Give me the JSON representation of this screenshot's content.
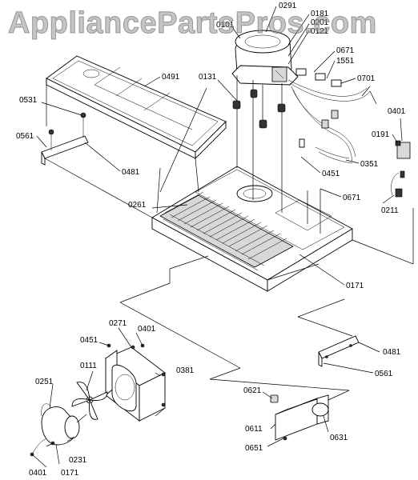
{
  "watermark": "AppliancePartsPros.com",
  "labels": {
    "l0291": "0291",
    "l0101": "0101",
    "l0181": "0181",
    "l0201": "0201",
    "l0121": "0121",
    "l0671a": "0671",
    "l1551": "1551",
    "l0701": "0701",
    "l0491": "0491",
    "l0131": "0131",
    "l0531": "0531",
    "l0401a": "0401",
    "l0191": "0191",
    "l0561a": "0561",
    "l0481a": "0481",
    "l0351": "0351",
    "l0451a": "0451",
    "l0671b": "0671",
    "l0261": "0261",
    "l0211": "0211",
    "l0171a": "0171",
    "l0271": "0271",
    "l0401b": "0401",
    "l0451b": "0451",
    "l0111": "0111",
    "l0381": "0381",
    "l0481b": "0481",
    "l0251": "0251",
    "l0561b": "0561",
    "l0621": "0621",
    "l0611": "0611",
    "l0631": "0631",
    "l0651": "0651",
    "l0231": "0231",
    "l0401c": "0401",
    "l0171b": "0171"
  }
}
